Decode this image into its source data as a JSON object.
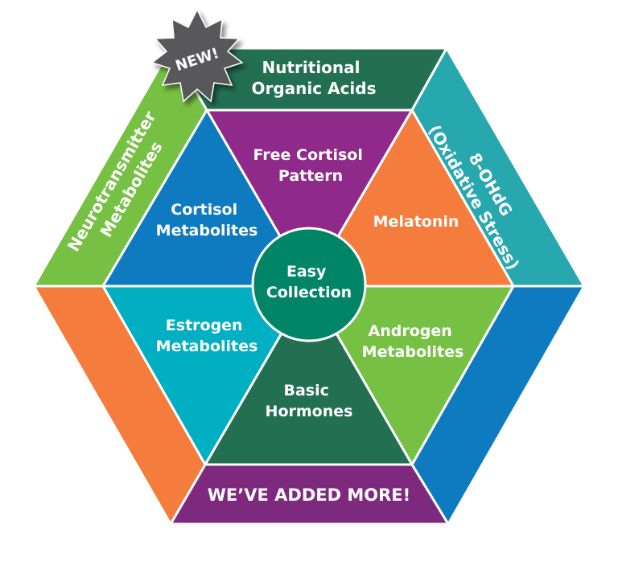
{
  "diagram": {
    "badge": {
      "label": "NEW!",
      "color": "#58585a"
    },
    "center": {
      "line1": "Easy",
      "line2": "Collection",
      "color": "#008567"
    },
    "outer_bands": {
      "top": {
        "line1": "Nutritional",
        "line2": "Organic Acids",
        "color": "#236f52"
      },
      "top_right": {
        "line1": "8-OHdG",
        "line2": "(Oxidative Stress)",
        "color": "#27a7ae"
      },
      "bottom_right": {
        "color": "#0e7bc1"
      },
      "bottom": {
        "line1": "WE’VE ADDED MORE!",
        "color": "#7d2a7e"
      },
      "bottom_left": {
        "color": "#f47c3c"
      },
      "top_left": {
        "line1": "Neurotransmitter",
        "line2": "Metabolites",
        "color": "#76c043"
      }
    },
    "inner_triangles": {
      "top": {
        "line1": "Free Cortisol",
        "line2": "Pattern",
        "color": "#8f2a8b"
      },
      "top_right": {
        "line1": "Melatonin",
        "color": "#f47c3c"
      },
      "bottom_right": {
        "line1": "Androgen",
        "line2": "Metabolites",
        "color": "#76c043"
      },
      "bottom": {
        "line1": "Basic",
        "line2": "Hormones",
        "color": "#236f52"
      },
      "bottom_left": {
        "line1": "Estrogen",
        "line2": "Metabolites",
        "color": "#00afc1"
      },
      "top_left": {
        "line1": "Cortisol",
        "line2": "Metabolites",
        "color": "#0e7bc1"
      }
    }
  }
}
